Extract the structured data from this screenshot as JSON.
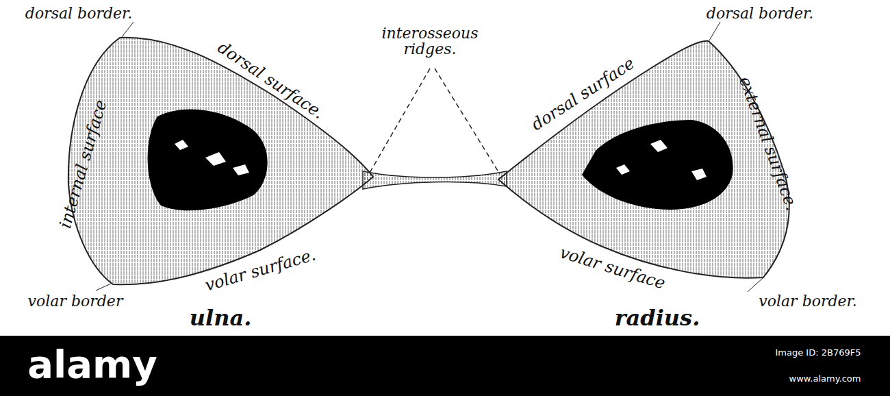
{
  "diagram": {
    "labels": [
      "dorsal border.",
      "dorsal surface.",
      "internal surface",
      "volar border",
      "volar surface.",
      "ulna.",
      "interosseous ridges.",
      "dorsal surface",
      "dorsal border.",
      "external surface.",
      "volar surface",
      "volar border.",
      "radius.",
      "alamy",
      "Image ID: 2B769F5",
      "www.alamy.com"
    ]
  }
}
